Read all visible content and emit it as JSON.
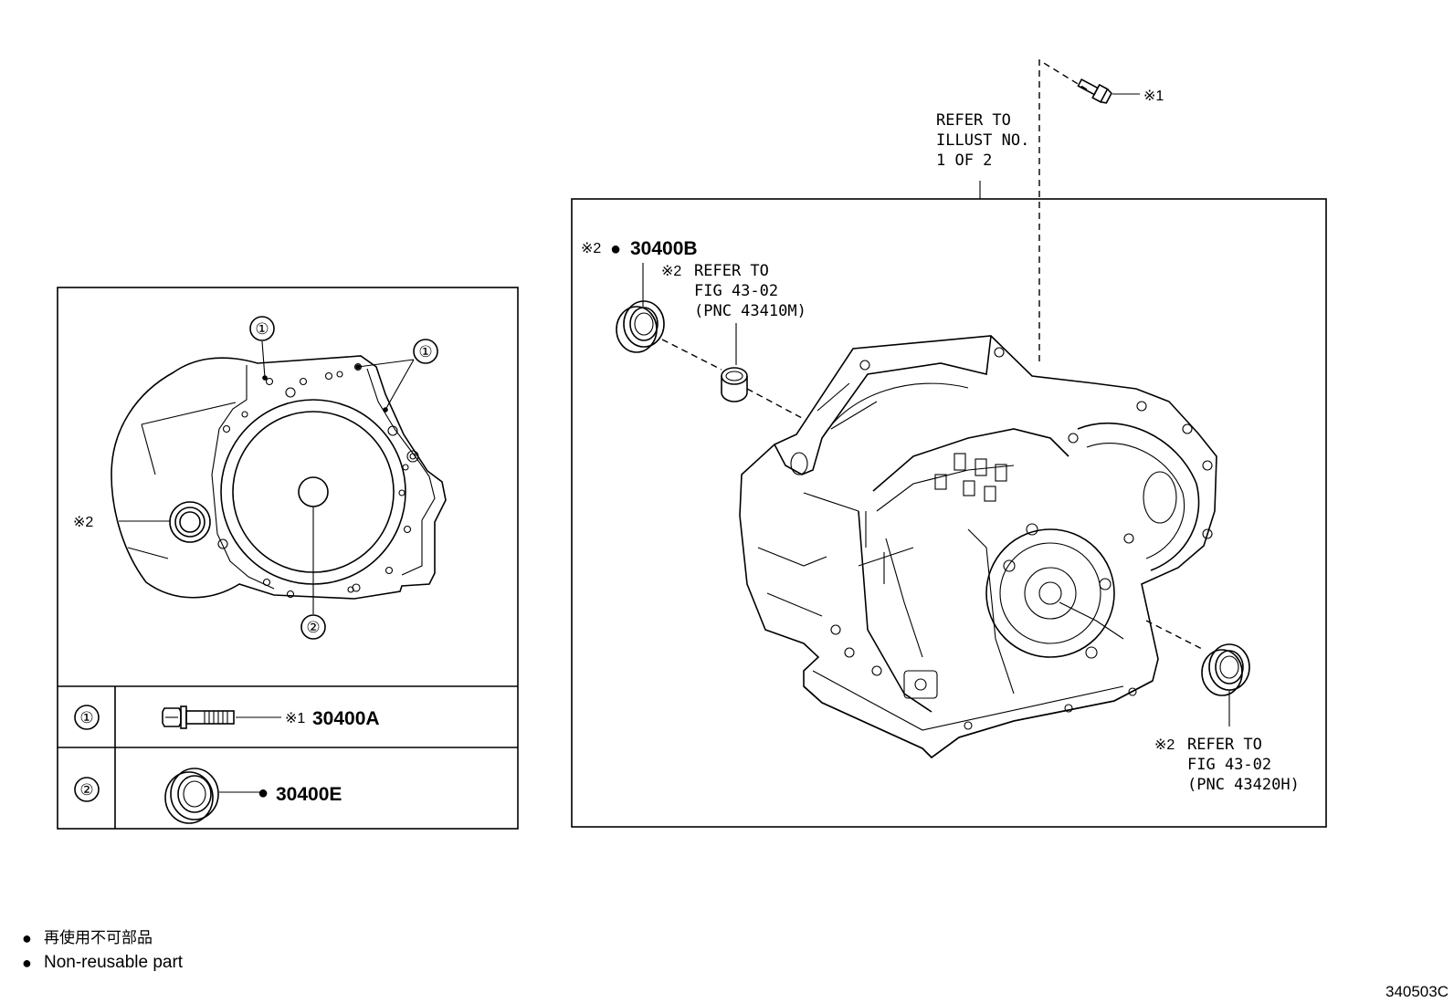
{
  "left_panel": {
    "callout_1_top": "①",
    "callout_1_right": "①",
    "callout_2": "②",
    "note_x2": "※2",
    "legend_table": [
      {
        "index": "①",
        "note": "※1",
        "part_no": "30400A"
      },
      {
        "index": "②",
        "marker": "●",
        "part_no": "30400E"
      }
    ]
  },
  "right_panel": {
    "top_ref": [
      "REFER TO",
      "ILLUST NO.",
      "1 OF 2"
    ],
    "bolt_note": "※1",
    "seal_label": {
      "note": "※2",
      "marker": "●",
      "part_no": "30400B"
    },
    "ref_43410": {
      "note": "※2",
      "lines": [
        "REFER TO",
        "FIG 43-02",
        "(PNC 43410M)"
      ]
    },
    "ref_43420": {
      "note": "※2",
      "lines": [
        "REFER TO",
        "FIG 43-02",
        "(PNC 43420H)"
      ]
    }
  },
  "legend": {
    "items": [
      {
        "marker": "●",
        "text": "再使用不可部品"
      },
      {
        "marker": "●",
        "text": "Non-reusable part"
      }
    ]
  },
  "figure_code": "340503C"
}
